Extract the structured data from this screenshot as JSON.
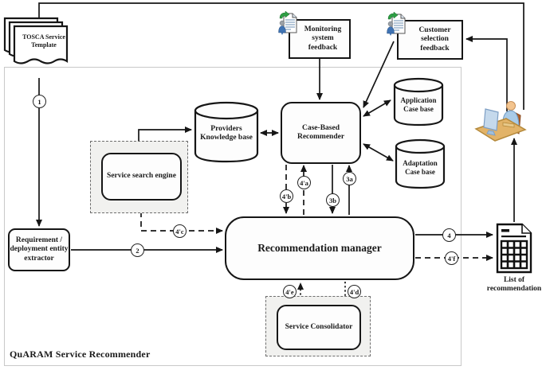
{
  "title": "QuARAM Service Recommender",
  "nodes": {
    "tosca": {
      "label": "TOSCA Service Template"
    },
    "monitoring": {
      "label": "Monitoring system feedback"
    },
    "customer": {
      "label": "Customer selection feedback"
    },
    "providers_kb": {
      "label": "Providers Knowledge base"
    },
    "cbr": {
      "label": "Case-Based Recommender"
    },
    "application_cb": {
      "label": "Application Case base"
    },
    "adaptation_cb": {
      "label": "Adaptation Case base"
    },
    "search_engine": {
      "label": "Service search engine"
    },
    "extractor": {
      "label": "Requirement / deployment entity extractor"
    },
    "manager": {
      "label": "Recommendation manager"
    },
    "consolidator": {
      "label": "Service Consolidator"
    },
    "list": {
      "label": "List of recommendation"
    }
  },
  "markers": {
    "m1": "1",
    "m2": "2",
    "m3a": "3a",
    "m3b": "3b",
    "m4": "4",
    "m4a": "4'a",
    "m4b": "4'b",
    "m4c": "4'c",
    "m4d": "4'd",
    "m4e": "4'e",
    "m4f": "4'f"
  },
  "colors": {
    "line": "#161616",
    "system_border": "#c9c9c9",
    "dashed_area_fill": "#f1f1ef",
    "icon_green": "#2e9e44",
    "icon_blue": "#3f73b3",
    "desk_tan": "#e2b368",
    "skin": "#f3c48e",
    "shirt_blue": "#a9cbe8"
  }
}
